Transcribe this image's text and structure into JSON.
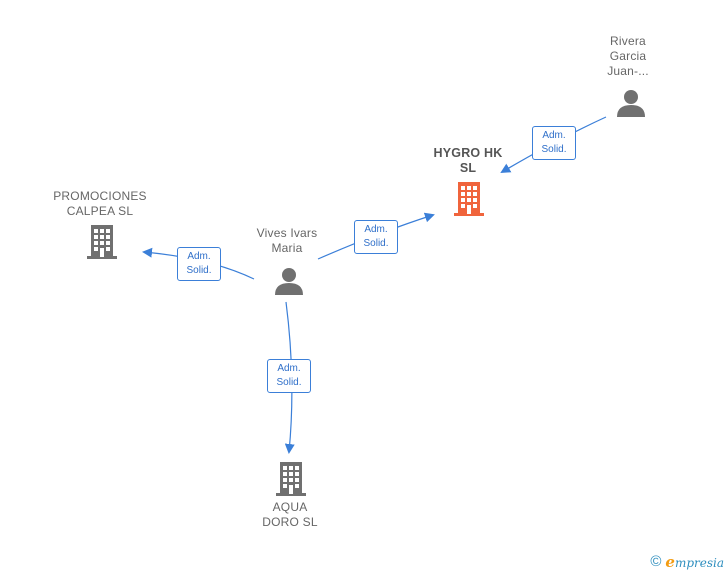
{
  "colors": {
    "edge": "#3b7fd8",
    "person_icon": "#707070",
    "company_icon": "#707070",
    "main_company_icon": "#f0643c"
  },
  "nodes": {
    "rivera": {
      "label_lines": [
        "Rivera",
        "Garcia",
        "Juan-..."
      ],
      "icon": "person-icon"
    },
    "hygro": {
      "label_lines": [
        "HYGRO HK",
        "SL"
      ],
      "icon": "building-icon"
    },
    "promociones": {
      "label_lines": [
        "PROMOCIONES",
        "CALPEA SL"
      ],
      "icon": "building-icon"
    },
    "vives": {
      "label_lines": [
        "Vives Ivars",
        "Maria"
      ],
      "icon": "person-icon"
    },
    "aqua": {
      "label_lines": [
        "AQUA",
        "DORO SL"
      ],
      "icon": "building-icon"
    }
  },
  "edges": {
    "rivera_hygro": {
      "lines": [
        "Adm.",
        "Solid."
      ]
    },
    "vives_hygro": {
      "lines": [
        "Adm.",
        "Solid."
      ]
    },
    "vives_promociones": {
      "lines": [
        "Adm.",
        "Solid."
      ]
    },
    "vives_aqua": {
      "lines": [
        "Adm.",
        "Solid."
      ]
    }
  },
  "footer": {
    "copyright_symbol": "©",
    "brand_initial": "e",
    "brand_rest": "mpresia"
  }
}
